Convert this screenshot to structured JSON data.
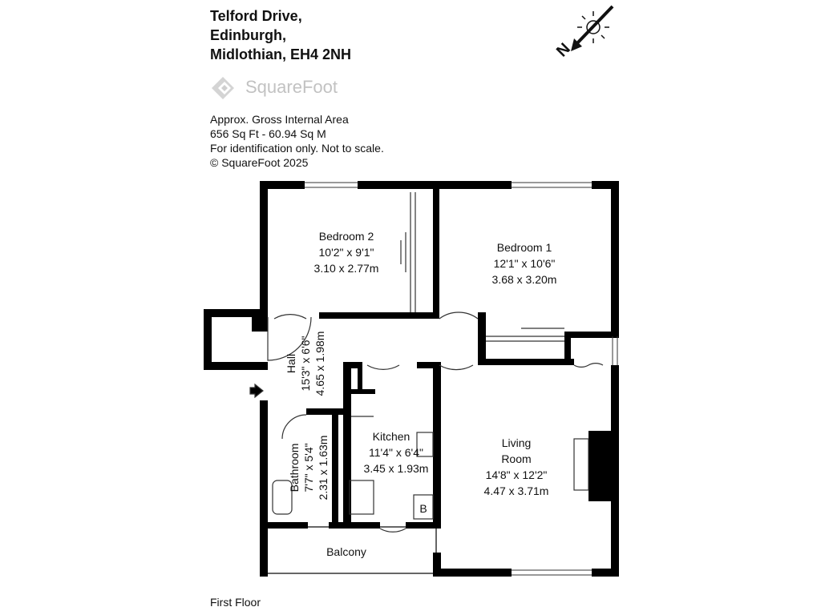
{
  "address": [
    "Telford Drive,",
    "Edinburgh,",
    "Midlothian, EH4 2NH"
  ],
  "logo": {
    "text": "SquareFoot"
  },
  "area_info": [
    "Approx. Gross Internal Area",
    "656 Sq Ft  -  60.94 Sq M",
    "For identification only. Not to scale.",
    "© SquareFoot 2025"
  ],
  "compass": {
    "letter": "N"
  },
  "rooms": {
    "bedroom2": {
      "name": "Bedroom 2",
      "imperial": "10'2\" x 9'1\"",
      "metric": "3.10 x 2.77m"
    },
    "bedroom1": {
      "name": "Bedroom 1",
      "imperial": "12'1\" x 10'6\"",
      "metric": "3.68 x 3.20m"
    },
    "hall": {
      "name": "Hall",
      "imperial": "15'3\" x 6'6\"",
      "metric": "4.65 x 1.98m"
    },
    "kitchen": {
      "name": "Kitchen",
      "imperial": "11'4\" x 6'4\"",
      "metric": "3.45 x 1.93m"
    },
    "living": {
      "name_line1": "Living",
      "name_line2": "Room",
      "imperial": "14'8\" x 12'2\"",
      "metric": "4.47 x 3.71m"
    },
    "bathroom": {
      "name": "Bathroom",
      "imperial": "7'7\" x 5'4\"",
      "metric": "2.31 x 1.63m"
    },
    "balcony": {
      "name": "Balcony"
    },
    "boiler": {
      "label": "B"
    }
  },
  "floor_label": "First Floor"
}
